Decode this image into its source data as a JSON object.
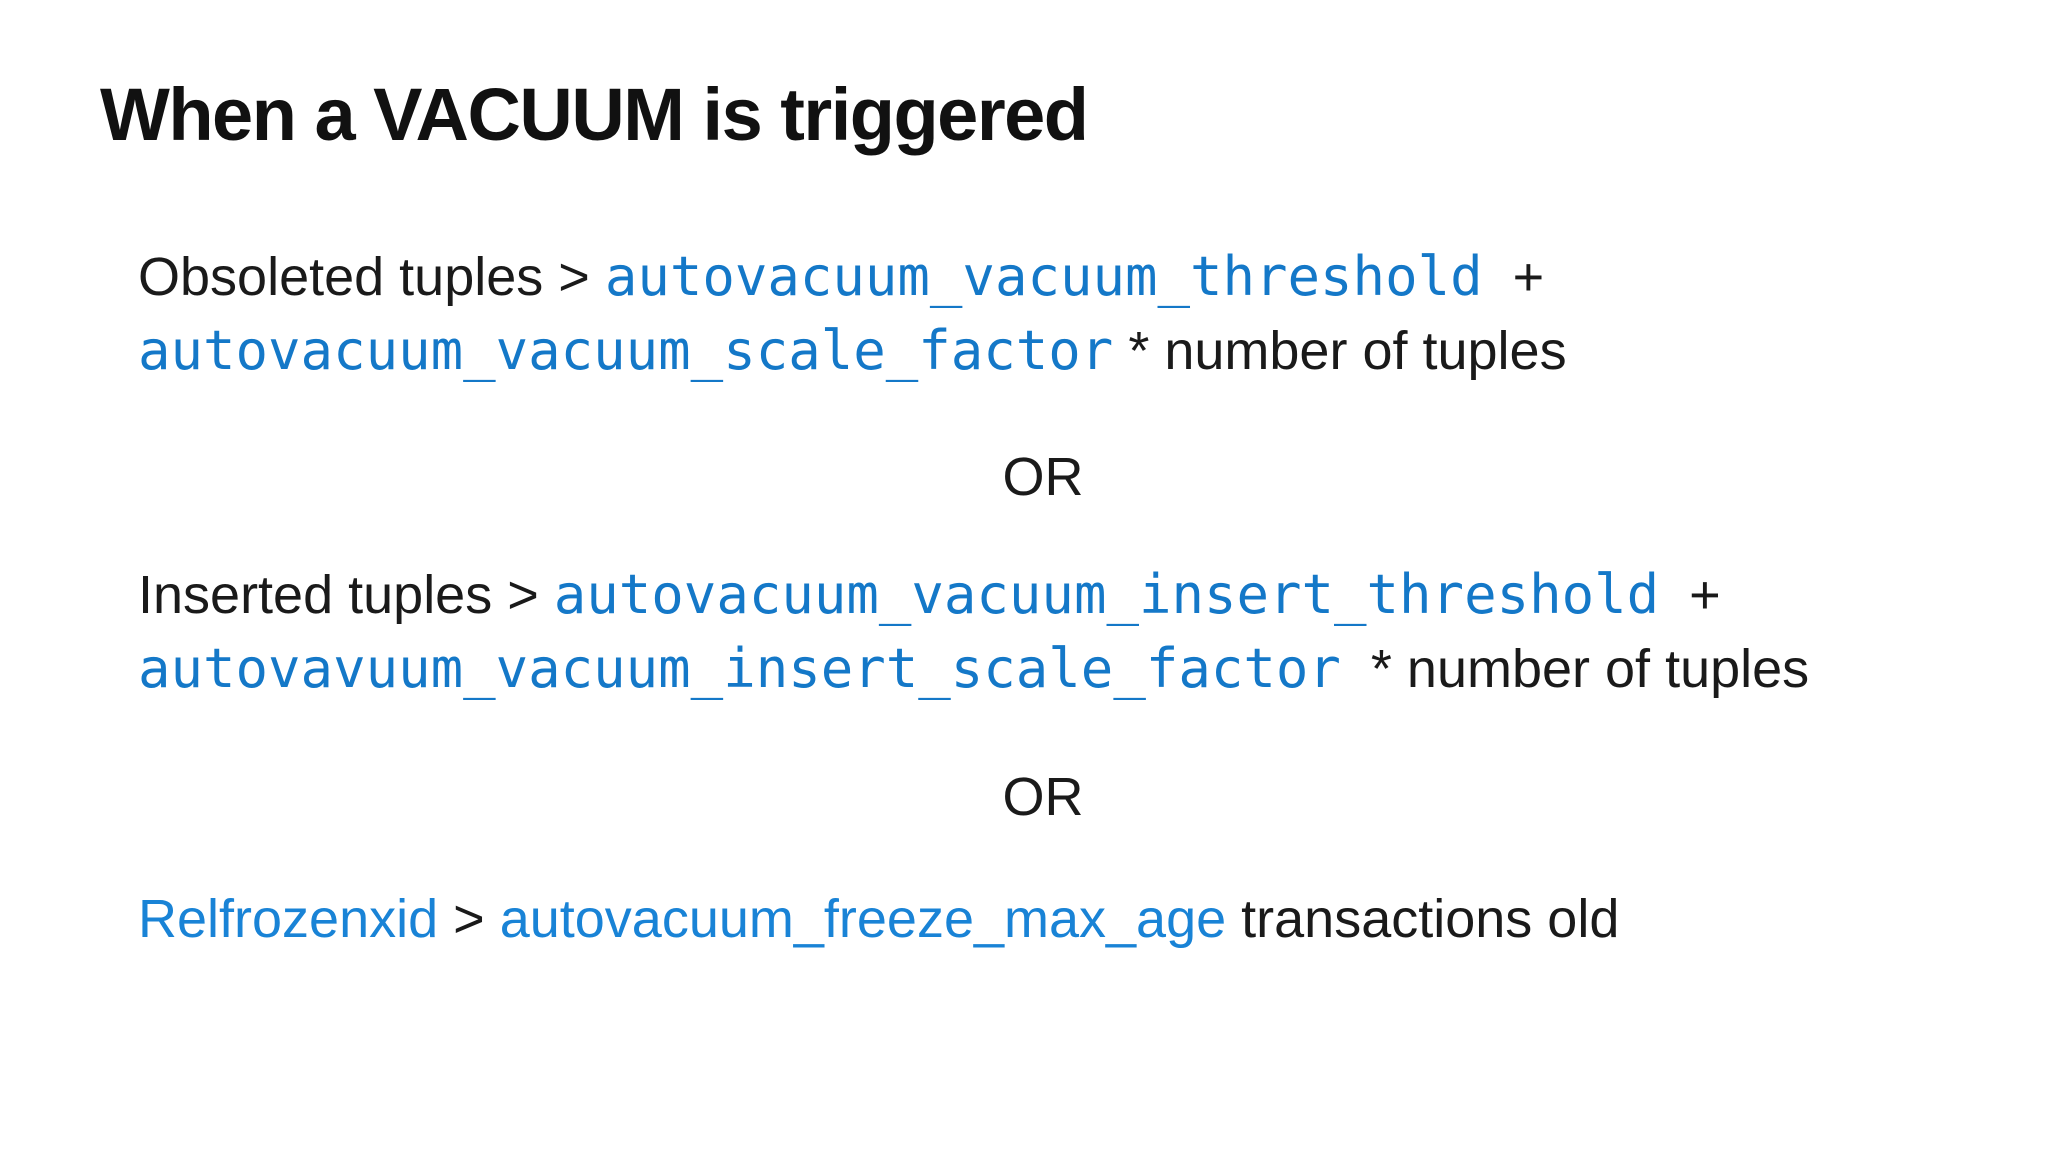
{
  "slide": {
    "title": "When a VACUUM is triggered",
    "condition1": {
      "line1": {
        "plain": "Obsoleted tuples > ",
        "code": "autovacuum_vacuum_threshold",
        "tail": "  +"
      },
      "line2": {
        "code": "autovacuum_vacuum_scale_factor",
        "tail": " * number of tuples"
      }
    },
    "or1": "OR",
    "condition2": {
      "line1": {
        "plain": "Inserted tuples > ",
        "code": "autovacuum_vacuum_insert_threshold",
        "tail": "  +"
      },
      "line2": {
        "code": "autovavuum_vacuum_insert_scale_factor",
        "tail": "  * number of tuples"
      }
    },
    "or2": "OR",
    "condition3": {
      "term": "Relfrozenxid",
      "separator": " > ",
      "param": "autovacuum_freeze_max_age",
      "tail": " transactions old"
    }
  },
  "colors": {
    "background": "#ffffff",
    "title_text": "#111111",
    "body_text": "#1a1a1a",
    "code_blue": "#1478c8",
    "link_blue": "#1983d6"
  }
}
